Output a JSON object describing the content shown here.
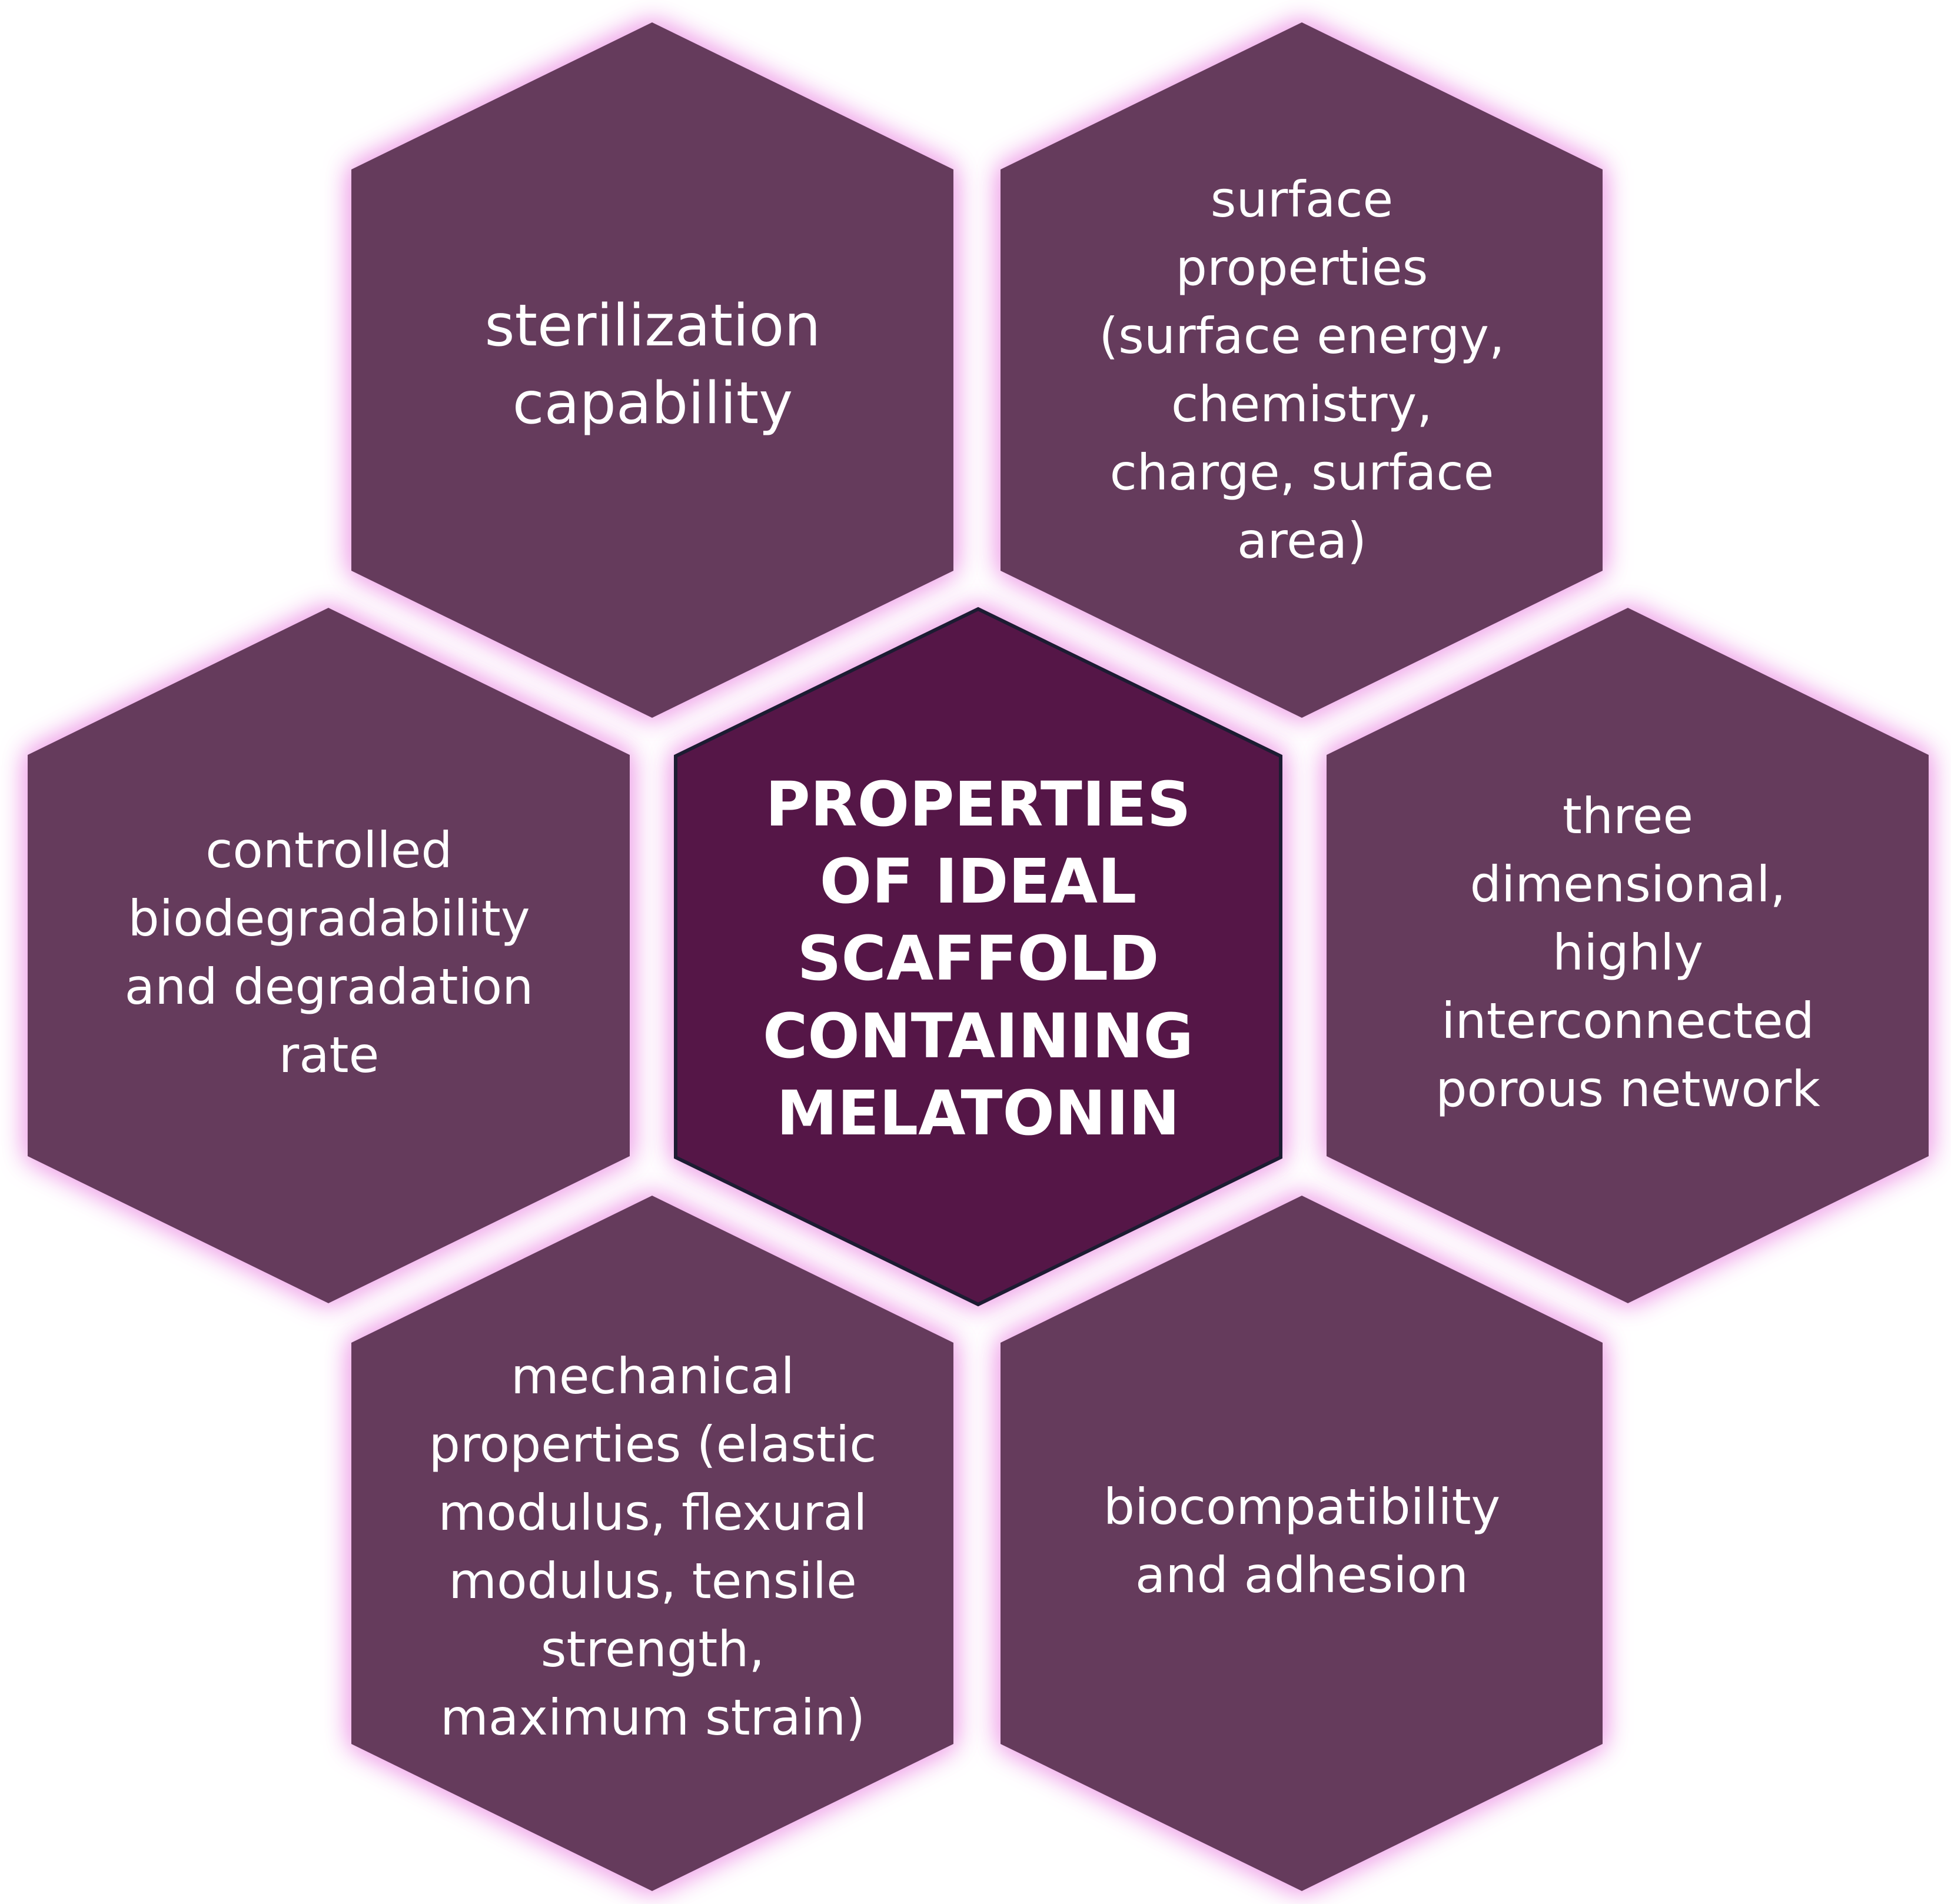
{
  "colors": {
    "outer_hex_fill": "#653a5c",
    "center_hex_fill": "#541946",
    "center_hex_stroke": "#1c1a33",
    "glow": "#f0a8ea",
    "text": "#ffffff"
  },
  "diagram": {
    "center": {
      "text": "PROPERTIES\nOF IDEAL\nSCAFFOLD\nCONTAINING\nMELATONIN"
    },
    "nodes": [
      {
        "id": "top-left",
        "text": "sterilization\ncapability"
      },
      {
        "id": "top-right",
        "text": "surface\nproperties\n(surface energy,\nchemistry,\ncharge, surface\narea)"
      },
      {
        "id": "middle-left",
        "text": "controlled\nbiodegradability\nand degradation\nrate"
      },
      {
        "id": "middle-right",
        "text": "three\ndimensional,\nhighly\ninterconnected\nporous network"
      },
      {
        "id": "bottom-left",
        "text": "mechanical\nproperties (elastic\nmodulus, flexural\nmodulus, tensile\nstrength,\nmaximum strain)"
      },
      {
        "id": "bottom-right",
        "text": "biocompatibility\nand adhesion"
      }
    ]
  }
}
